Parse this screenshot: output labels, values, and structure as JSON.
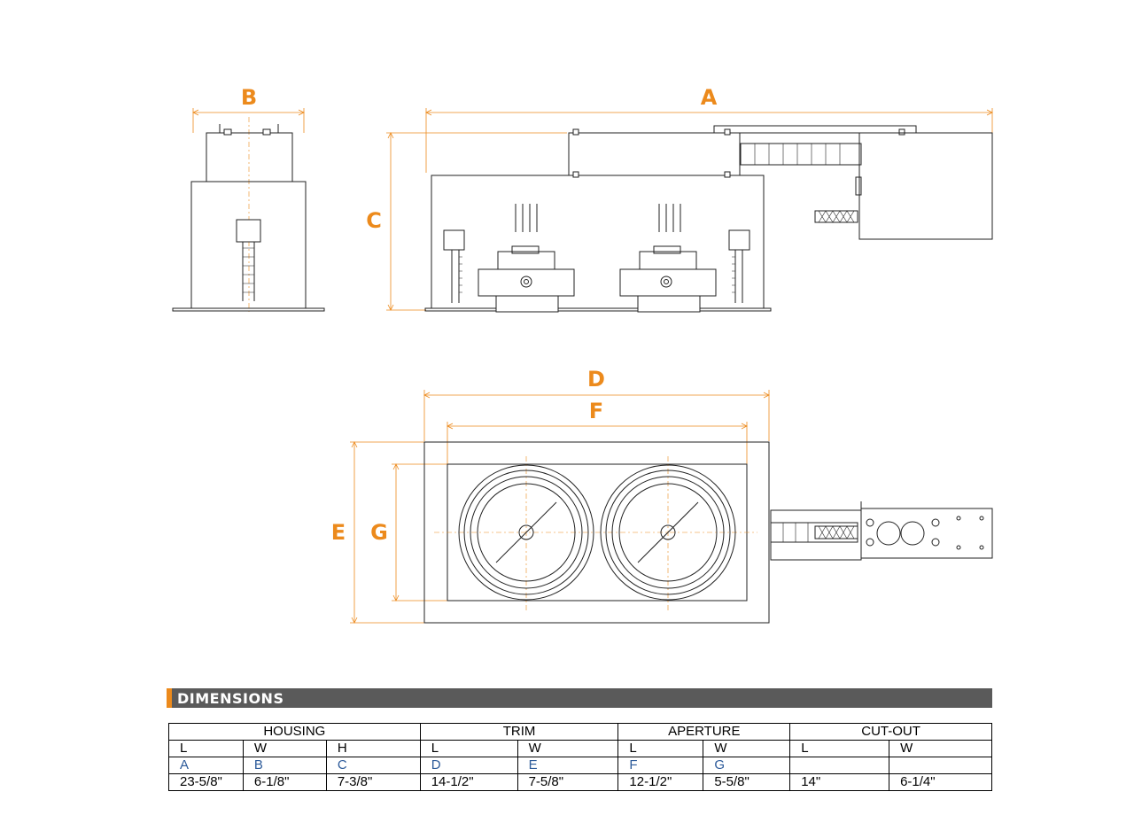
{
  "dimension_letters": {
    "A": "A",
    "B": "B",
    "C": "C",
    "D": "D",
    "E": "E",
    "F": "F",
    "G": "G"
  },
  "colors": {
    "accent": "#ec8a1c",
    "banner": "#5a5a5a",
    "ref_letters": "#2d5b9a",
    "line": "#222222"
  },
  "table": {
    "title": "DIMENSIONS",
    "groups": [
      "HOUSING",
      "TRIM",
      "APERTURE",
      "CUT-OUT"
    ],
    "sublabels": [
      "L",
      "W",
      "H",
      "L",
      "W",
      "L",
      "W",
      "L",
      "W"
    ],
    "refs": [
      "A",
      "B",
      "C",
      "D",
      "E",
      "F",
      "G",
      "",
      ""
    ],
    "values": [
      "23-5/8\"",
      "6-1/8\"",
      "7-3/8\"",
      "14-1/2\"",
      "7-5/8\"",
      "12-1/2\"",
      "5-5/8\"",
      "14\"",
      "6-1/4\""
    ]
  }
}
